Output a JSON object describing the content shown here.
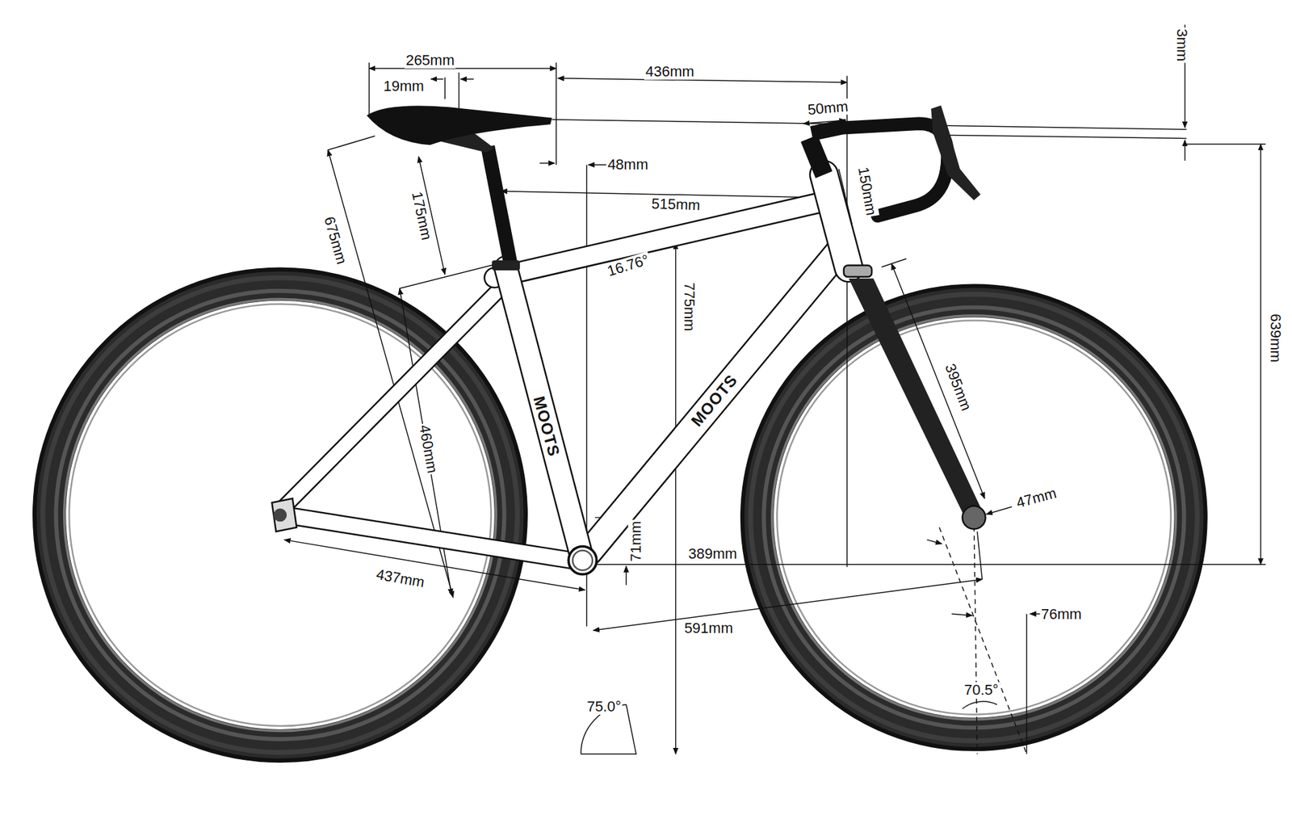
{
  "diagram": {
    "labels": [
      "265mm",
      "19mm",
      "436mm",
      "3mm",
      "50mm",
      "48mm",
      "175mm",
      "515mm",
      "150mm",
      "675mm",
      "16.76°",
      "775mm",
      "639mm",
      "MOOTS",
      "395mm",
      "MOOTS",
      "460mm",
      "71mm",
      "47mm",
      "389mm",
      "437mm",
      "591mm",
      "76mm",
      "75.0°",
      "70.5°"
    ]
  }
}
